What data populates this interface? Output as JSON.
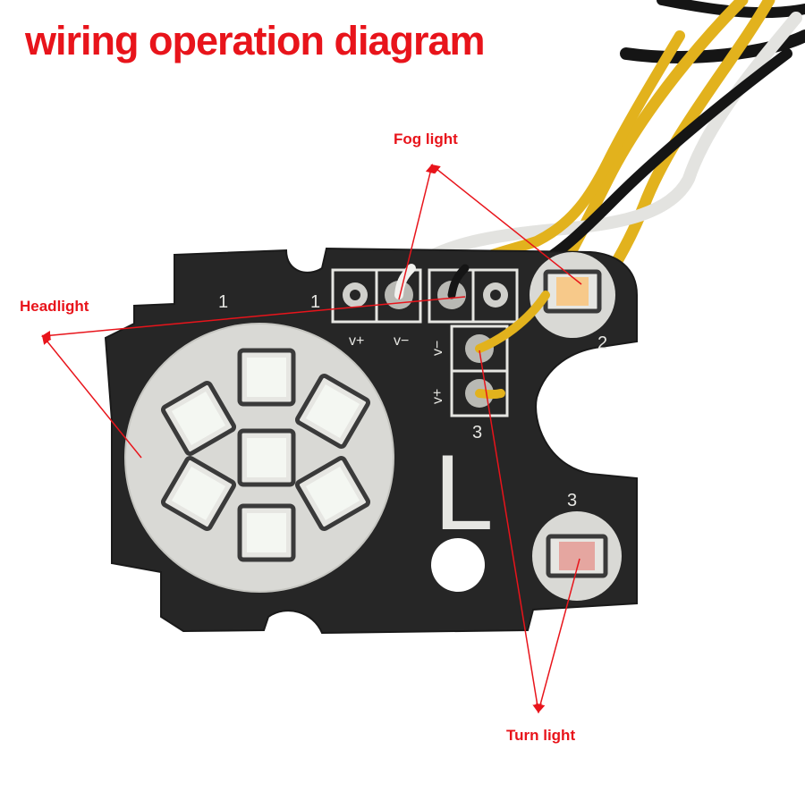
{
  "title": "wiring operation diagram",
  "labels": {
    "fog": "Fog light",
    "head": "Headlight",
    "turn": "Turn light"
  },
  "board": {
    "num_1a": "1",
    "num_1b": "1",
    "num_2": "2",
    "num_3a": "3",
    "num_3b": "3",
    "vplus_1": "v+",
    "vminus_1": "v−",
    "vminus_2": "v−",
    "vplus_3": "v+",
    "side": "L"
  },
  "colors": {
    "annotation": "#e8141b",
    "pcb": "#262626",
    "pad": "#d9d9d5",
    "led_white": "#f4f7f2",
    "wire_yellow": "#e2b21d",
    "wire_white": "#f1f1ee",
    "wire_black": "#151515"
  }
}
